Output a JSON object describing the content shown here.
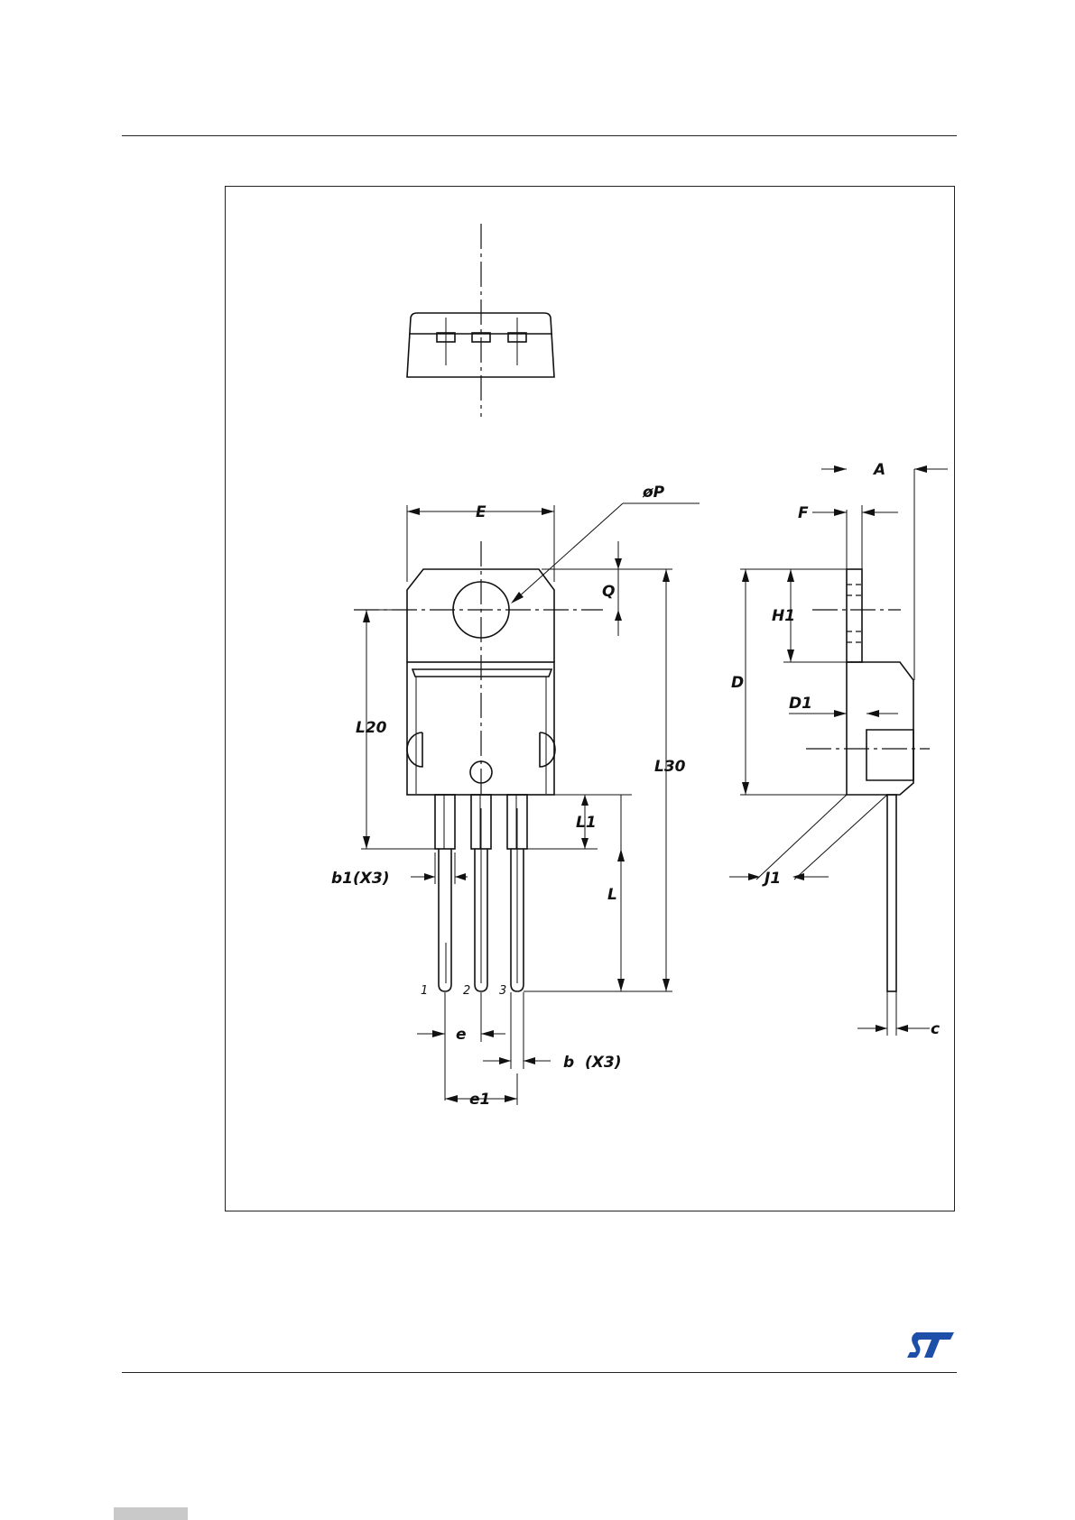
{
  "drawing": {
    "dimension_labels": {
      "E": "E",
      "phiP": "øP",
      "Q": "Q",
      "L20": "L20",
      "L30": "L30",
      "L1": "L1",
      "L": "L",
      "b1": "b1(X3)",
      "e": "e",
      "b": "b  (X3)",
      "e1": "e1",
      "A": "A",
      "F": "F",
      "H1": "H1",
      "D": "D",
      "D1": "D1",
      "J1": "J1",
      "c": "c"
    },
    "pin_numbers": [
      "1",
      "2",
      "3"
    ]
  },
  "logo": {
    "text": "ST",
    "color": "#1e4fa8"
  }
}
